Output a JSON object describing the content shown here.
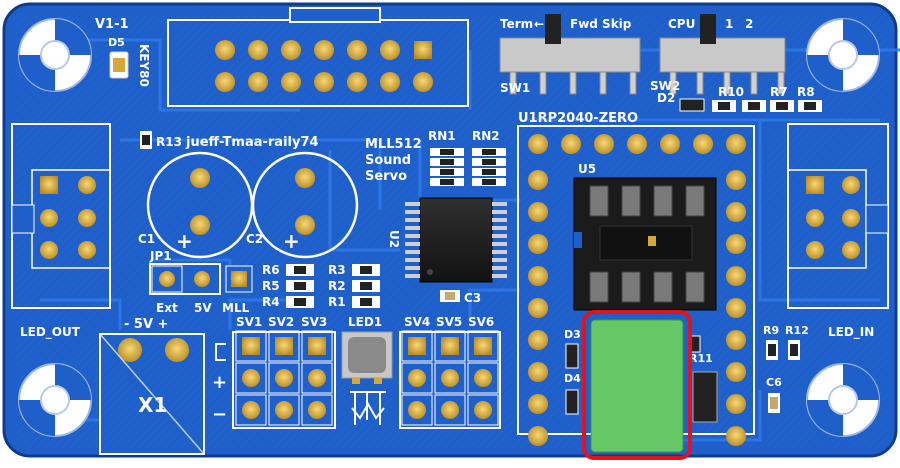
{
  "board": {
    "version": "V1-1",
    "name": "jueff-Tmaa-raily74",
    "product": [
      "MLL512",
      "Sound",
      "Servo"
    ],
    "module": "U1RP2040-ZERO",
    "keyboard": "KEY80"
  },
  "labels": {
    "d5": "D5",
    "r13": "R13",
    "rn1": "RN1",
    "rn2": "RN2",
    "u2": "U2",
    "u5": "U5",
    "c1": "C1",
    "c2": "C2",
    "c3": "C3",
    "c6": "C6",
    "jp1": "JP1",
    "ext": "Ext",
    "five_v": "5V",
    "mll": "MLL",
    "r6": "R6",
    "r5": "R5",
    "r4": "R4",
    "r3": "R3",
    "r2": "R2",
    "r1": "R1",
    "sv1": "SV1",
    "sv2": "SV2",
    "sv3": "SV3",
    "sv4": "SV4",
    "sv5": "SV5",
    "sv6": "SV6",
    "led1": "LED1",
    "led_out": "LED_OUT",
    "led_in": "LED_IN",
    "power": "- 5V +",
    "x1": "X1",
    "sw1": "SW1",
    "sw2": "SW2",
    "d2": "D2",
    "d3": "D3",
    "d4": "D4",
    "r7": "R7",
    "r8": "R8",
    "r9": "R9",
    "r10": "R10",
    "r11": "R11",
    "r12": "R12",
    "term": "Term",
    "fwd_skip": "Fwd Skip",
    "cpu": "CPU",
    "cpu_1": "1",
    "cpu_2": "2",
    "plus": "+",
    "minus": "−"
  },
  "colors": {
    "pcb": "#1f5fc9",
    "pcb_dark": "#174aa3",
    "trace": "#2b71e0",
    "pad": "#d9a832",
    "silk": "#ffffff",
    "highlight": "#e0141c",
    "green_part": "#66c766",
    "chip": "#1b1b1b"
  }
}
